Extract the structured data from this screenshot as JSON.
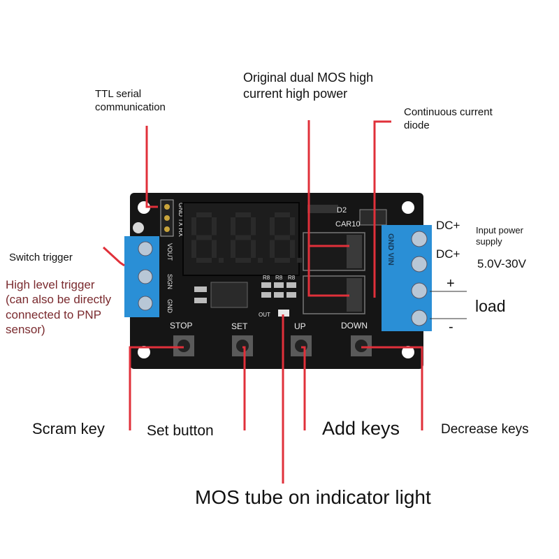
{
  "labels": {
    "ttl_line1": "TTL serial",
    "ttl_line2": "communication",
    "mos_line1": "Original dual MOS high",
    "mos_line2": "current high power",
    "diode_line1": "Continuous current",
    "diode_line2": "diode",
    "dc_plus_1": "DC+",
    "dc_plus_2": "DC+",
    "input_power_line1": "Input power",
    "input_power_line2": "supply",
    "voltage_range": "5.0V-30V",
    "plus": "+",
    "load": "load",
    "minus": "-",
    "switch_trigger": "Switch trigger",
    "high_level_line1": "High level trigger",
    "high_level_line2": "(can also be directly",
    "high_level_line3": "connected to PNP",
    "high_level_line4": "sensor)",
    "scram_key": "Scram key",
    "set_button": "Set button",
    "add_keys": "Add keys",
    "decrease_keys": "Decrease keys",
    "mos_indicator": "MOS tube on indicator light"
  },
  "board": {
    "button_stop": "STOP",
    "button_set": "SET",
    "button_up": "UP",
    "button_down": "DOWN",
    "out_label": "OUT",
    "pin_vout": "VOUT",
    "pin_sign": "SIGN",
    "pin_gnd": "GND",
    "serial_pins": "GND TX RX",
    "d2_label": "D2",
    "car10_label": "CAR10",
    "r_labels": [
      "R8",
      "R8",
      "R8"
    ],
    "out_terminal_text": "GND VIN",
    "display_digits": "8.8.8"
  },
  "colors": {
    "board": "#151515",
    "terminal": "#2a8fd6",
    "callout": "#e0303a",
    "display_segment": "#2a2a2a"
  }
}
